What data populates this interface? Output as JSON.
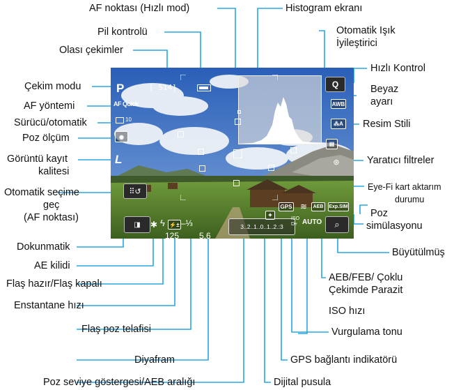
{
  "labels": {
    "af_point_quick": "AF noktası (Hızlı mod)",
    "histogram": "Histogram ekranı",
    "battery": "Pil kontrolü",
    "alo_1": "Otomatik Işık",
    "alo_2": "İyileştirici",
    "shots": "Olası çekimler",
    "quick_control": "Hızlı Kontrol",
    "shooting_mode": "Çekim modu",
    "white_balance_1": "Beyaz",
    "white_balance_2": "ayarı",
    "af_method": "AF yöntemi",
    "drive": "Sürücü/otomatik",
    "picture_style": "Resim Stili",
    "metering": "Poz ölçüm",
    "image_quality_1": "Görüntü kayıt",
    "image_quality_2": "kalitesi",
    "creative_filters": "Yaratıcı filtreler",
    "switch_auto_1": "Otomatik seçime",
    "switch_auto_2": "geç",
    "switch_auto_3": "(AF noktası)",
    "eyefi_1": "Eye-Fi kart aktarım",
    "eyefi_2": "durumu",
    "exposure_sim_1": "Poz",
    "exposure_sim_2": "simülasyonu",
    "touch_shutter": "Dokunmatik",
    "magnified": "Büyütülmüş",
    "ae_lock": "AE kilidi",
    "aeb_1": "AEB/FEB/ Çoklu",
    "aeb_2": "Çekimde Parazit",
    "flash_ready": "Flaş hazır/Flaş kapalı",
    "shutter_speed": "Enstantane hızı",
    "iso_speed": "ISO hızı",
    "flash_comp": "Flaş poz telafisi",
    "highlight_tone": "Vurgulama tonu",
    "aperture": "Diyafram",
    "gps_indicator": "GPS bağlantı indikatörü",
    "exposure_level": "Poz seviye göstergesi/AEB aralığı",
    "digital_compass": "Dijital pusula"
  },
  "screen": {
    "mode": "P",
    "shots_remaining": "[ 514]",
    "af_method": "AF Quick",
    "self_timer": "10",
    "quality": "L",
    "ae_lock_symbol": "✱",
    "shutter": "125",
    "aperture_value": "5.6",
    "flash_comp_value": "–⅓",
    "exposure_scale": "3..2..1..0..1..2.:3",
    "gps": "GPS",
    "aeb": "AEB",
    "exp_sim": "Exp.SIM",
    "iso_value": "AUTO",
    "quick": "Q",
    "wb": "AWB",
    "picture_style_icon": "⁂A",
    "magnify_icon": "🔍"
  },
  "colors": {
    "callout_line": "#29a7e1",
    "sky": "#3a6fc4"
  }
}
